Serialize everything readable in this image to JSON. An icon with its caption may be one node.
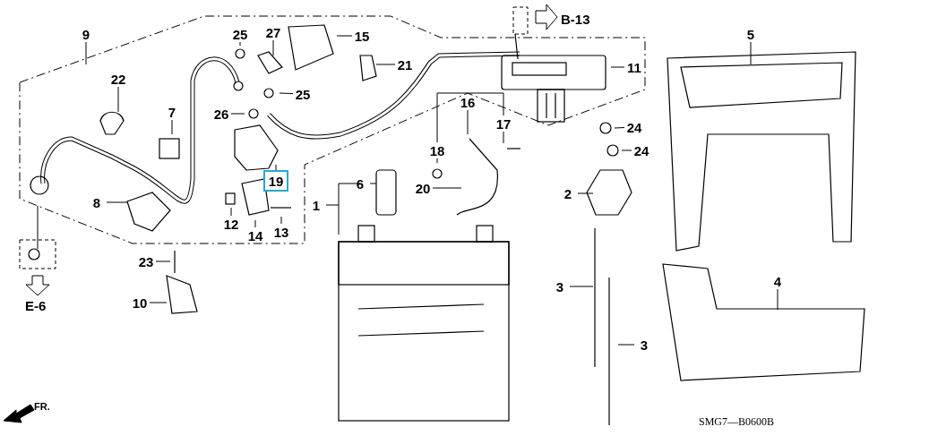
{
  "diagram": {
    "nodes": [
      {
        "text": [
          "9"
        ]
      },
      {
        "text": [
          "25"
        ]
      },
      {
        "text": [
          "27"
        ]
      },
      {
        "text": [
          "15"
        ]
      },
      {
        "text": [
          "22"
        ]
      },
      {
        "text": [
          "21"
        ]
      },
      {
        "text": [
          "25"
        ]
      },
      {
        "text": [
          "7"
        ]
      },
      {
        "text": [
          "26"
        ]
      },
      {
        "text": [
          "11"
        ]
      },
      {
        "text": [
          "16"
        ]
      },
      {
        "text": [
          "17"
        ]
      },
      {
        "text": [
          "18"
        ]
      },
      {
        "text": [
          "24"
        ]
      },
      {
        "text": [
          "24"
        ]
      },
      {
        "text": [
          "19"
        ]
      },
      {
        "text": [
          "6"
        ]
      },
      {
        "text": [
          "20"
        ]
      },
      {
        "text": [
          "1"
        ]
      },
      {
        "text": [
          "2"
        ]
      },
      {
        "text": [
          "8"
        ]
      },
      {
        "text": [
          "12"
        ]
      },
      {
        "text": [
          "14"
        ]
      },
      {
        "text": [
          "13"
        ]
      },
      {
        "text": [
          "23"
        ]
      },
      {
        "text": [
          "10"
        ]
      },
      {
        "text": [
          "3"
        ]
      },
      {
        "text": [
          "3"
        ]
      },
      {
        "text": [
          "5"
        ]
      },
      {
        "text": [
          "4"
        ]
      }
    ],
    "edges": [
      {
        "from": 0,
        "to": null,
        "arrow": "none"
      },
      {
        "from": 1,
        "to": null,
        "arrow": "none"
      },
      {
        "from": 2,
        "to": null,
        "arrow": "none"
      },
      {
        "from": 3,
        "to": null,
        "arrow": "none"
      },
      {
        "from": 4,
        "to": null,
        "arrow": "none"
      },
      {
        "from": 5,
        "to": null,
        "arrow": "none"
      },
      {
        "from": 6,
        "to": null,
        "arrow": "none"
      },
      {
        "from": 7,
        "to": null,
        "arrow": "none"
      },
      {
        "from": 8,
        "to": null,
        "arrow": "none"
      },
      {
        "from": 9,
        "to": null,
        "arrow": "none"
      },
      {
        "from": 10,
        "to": null,
        "arrow": "none"
      },
      {
        "from": 11,
        "to": null,
        "arrow": "none"
      },
      {
        "from": 12,
        "to": null,
        "arrow": "none"
      },
      {
        "from": 13,
        "to": null,
        "arrow": "none"
      },
      {
        "from": 14,
        "to": null,
        "arrow": "none"
      },
      {
        "from": 15,
        "to": null,
        "arrow": "none"
      },
      {
        "from": 16,
        "to": null,
        "arrow": "none"
      },
      {
        "from": 17,
        "to": null,
        "arrow": "none"
      },
      {
        "from": 18,
        "to": null,
        "arrow": "none"
      },
      {
        "from": 19,
        "to": null,
        "arrow": "none"
      },
      {
        "from": 20,
        "to": null,
        "arrow": "none"
      },
      {
        "from": 21,
        "to": null,
        "arrow": "none"
      },
      {
        "from": 22,
        "to": null,
        "arrow": "none"
      },
      {
        "from": 23,
        "to": null,
        "arrow": "none"
      },
      {
        "from": 24,
        "to": null,
        "arrow": "none"
      },
      {
        "from": 25,
        "to": null,
        "arrow": "none"
      },
      {
        "from": 26,
        "to": null,
        "arrow": "none"
      },
      {
        "from": 27,
        "to": null,
        "arrow": "none"
      },
      {
        "from": 28,
        "to": null,
        "arrow": "none"
      },
      {
        "from": 29,
        "to": null,
        "arrow": "none"
      },
      {
        "from": 11,
        "to": 12,
        "arrow": "none"
      }
    ],
    "labels": [
      "B-13",
      "E-6",
      "FR.",
      "SMG7—B0600B"
    ]
  }
}
